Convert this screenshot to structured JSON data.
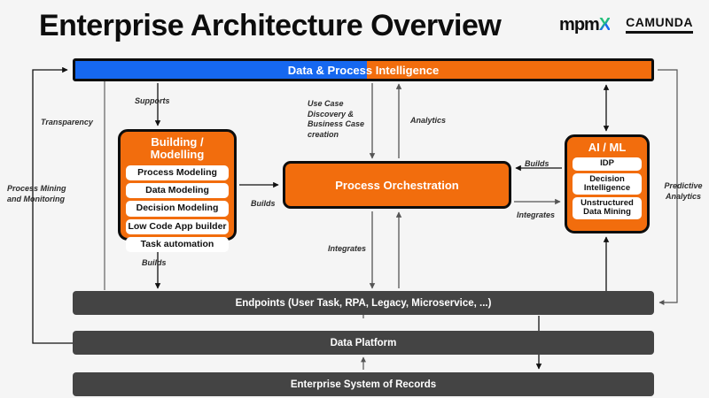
{
  "header": {
    "title": "Enterprise Architecture Overview",
    "logos": [
      {
        "name": "mpmx-logo",
        "text_main": "mpm",
        "text_accent": "X"
      },
      {
        "name": "camunda-logo",
        "text": "CAMUNDA"
      }
    ]
  },
  "top_bar": {
    "label": "Data & Process Intelligence",
    "left_color": "#1668f0",
    "right_color": "#f26d0d",
    "split_ratio": 0.506
  },
  "groups": {
    "building": {
      "title": "Building / Modelling",
      "items": [
        "Process Modeling",
        "Data Modeling",
        "Decision Modeling",
        "Low Code App builder",
        "Task automation"
      ]
    },
    "aiml": {
      "title": "AI / ML",
      "items": [
        "IDP",
        "Decision Intelligence",
        "Unstructured Data Mining"
      ]
    }
  },
  "orchestration": {
    "label": "Process Orchestration"
  },
  "layers": [
    {
      "id": "endpoints",
      "label": "Endpoints (User Task, RPA, Legacy, Microservice, ...)"
    },
    {
      "id": "data-platform",
      "label": "Data Platform"
    },
    {
      "id": "system-of-records",
      "label": "Enterprise System of Records"
    }
  ],
  "annotations": {
    "transparency": "Transparency",
    "process_mining": "Process Mining\nand Monitoring",
    "supports": "Supports",
    "use_case": "Use Case\nDiscovery &\nBusiness Case\ncreation",
    "analytics": "Analytics",
    "builds_left": "Builds",
    "builds_bottom": "Builds",
    "integrates_center": "Integrates",
    "builds_right": "Builds",
    "integrates_right": "Integrates",
    "predictive_analytics": "Predictive\nAnalytics"
  },
  "colors": {
    "orange": "#f26d0d",
    "blue": "#1668f0",
    "gray_bar": "#444444",
    "outline": "#0d0d0d",
    "background": "#f5f5f5"
  }
}
